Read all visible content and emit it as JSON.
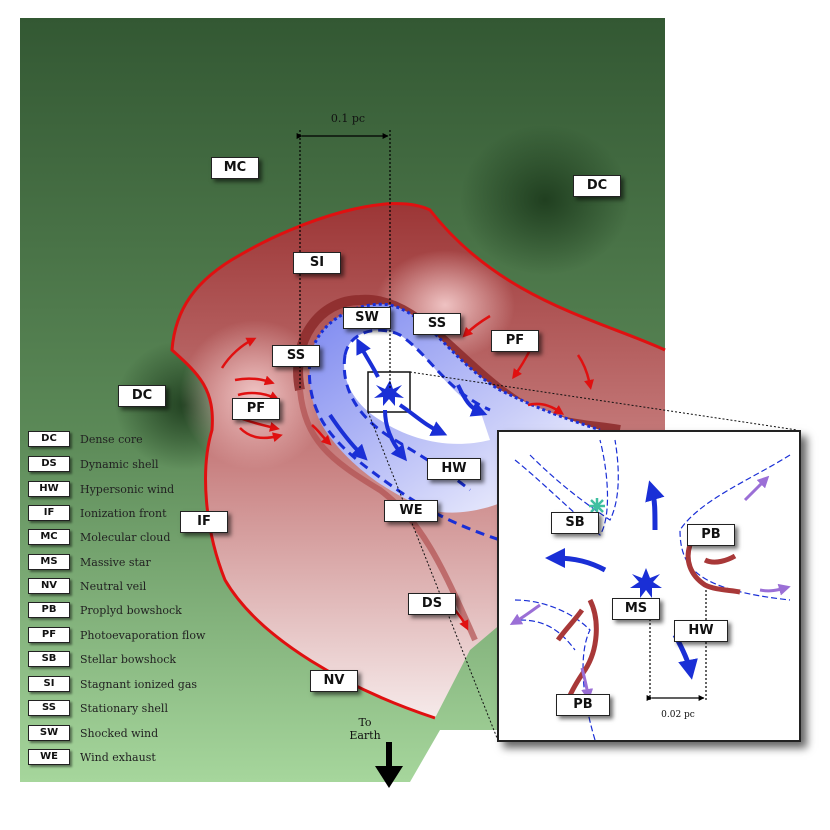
{
  "labels": {
    "mc": "MC",
    "dc_top": "DC",
    "dc_left": "DC",
    "si": "SI",
    "sw": "SW",
    "ss_right": "SS",
    "ss_left": "SS",
    "pf_right": "PF",
    "pf_left": "PF",
    "hw_main": "HW",
    "we": "WE",
    "if": "IF",
    "ds": "DS",
    "nv": "NV",
    "sb": "SB",
    "pb_top": "PB",
    "ms": "MS",
    "hw_inset": "HW",
    "pb_bottom": "PB"
  },
  "scale_main": "0.1 pc",
  "scale_inset": "0.02 pc",
  "to_earth": "To Earth",
  "legend": [
    {
      "code": "DC",
      "desc": "Dense core"
    },
    {
      "code": "DS",
      "desc": "Dynamic shell"
    },
    {
      "code": "HW",
      "desc": "Hypersonic wind"
    },
    {
      "code": "IF",
      "desc": "Ionization front"
    },
    {
      "code": "MC",
      "desc": "Molecular cloud"
    },
    {
      "code": "MS",
      "desc": "Massive star"
    },
    {
      "code": "NV",
      "desc": "Neutral veil"
    },
    {
      "code": "PB",
      "desc": "Proplyd bowshock"
    },
    {
      "code": "PF",
      "desc": "Photoevaporation flow"
    },
    {
      "code": "SB",
      "desc": "Stellar bowshock"
    },
    {
      "code": "SI",
      "desc": "Stagnant ionized gas"
    },
    {
      "code": "SS",
      "desc": "Stationary shell"
    },
    {
      "code": "SW",
      "desc": "Shocked wind"
    },
    {
      "code": "WE",
      "desc": "Wind exhaust"
    }
  ],
  "colors": {
    "cloud_dark": "#3d6a3d",
    "cloud_light": "#a8d8a0",
    "ionized_red": "#a83838",
    "ionization_front": "#e01010",
    "wind_blue": "#1a2fd6",
    "purple_flow": "#9b6fd6",
    "teal_star": "#3fbfa0"
  }
}
